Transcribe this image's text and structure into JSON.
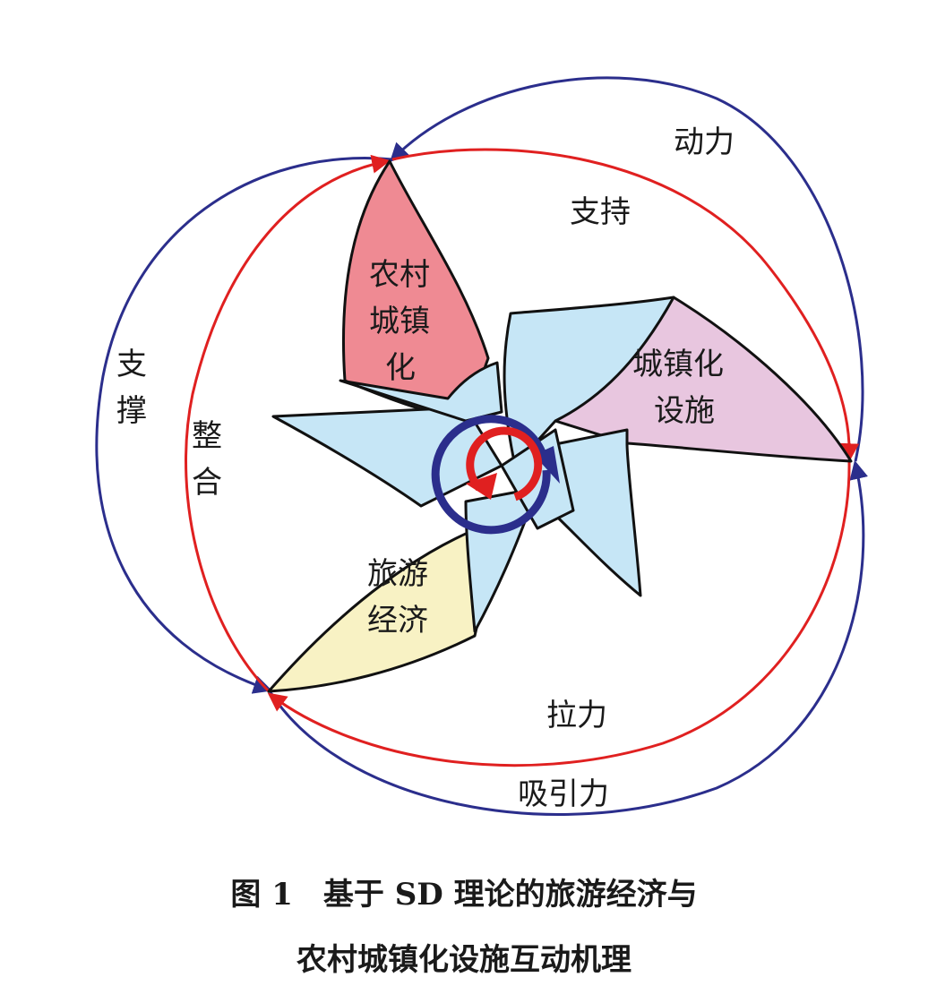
{
  "colors": {
    "blue_arc": "#2b2e8c",
    "red_arc": "#e02020",
    "blade_fill": "#c6e6f6",
    "petal_rural": "#ef8a93",
    "petal_facility": "#e8c6df",
    "petal_tourism": "#f8f2c4"
  },
  "petals": {
    "rural_urbanization": [
      "农村",
      "城镇",
      "化"
    ],
    "urbanization_facility": [
      "城镇化",
      "设施"
    ],
    "tourism_economy": [
      "旅游",
      "经济"
    ]
  },
  "relations": {
    "dongli": "动力",
    "zhichi": "支持",
    "zhicheng": [
      "支",
      "撑"
    ],
    "zhenghe": [
      "整",
      "合"
    ],
    "lali": "拉力",
    "xiyinli": "吸引力"
  },
  "caption": {
    "line1": "图 1　基于 SD 理论的旅游经济与",
    "line2": "农村城镇化设施互动机理"
  }
}
